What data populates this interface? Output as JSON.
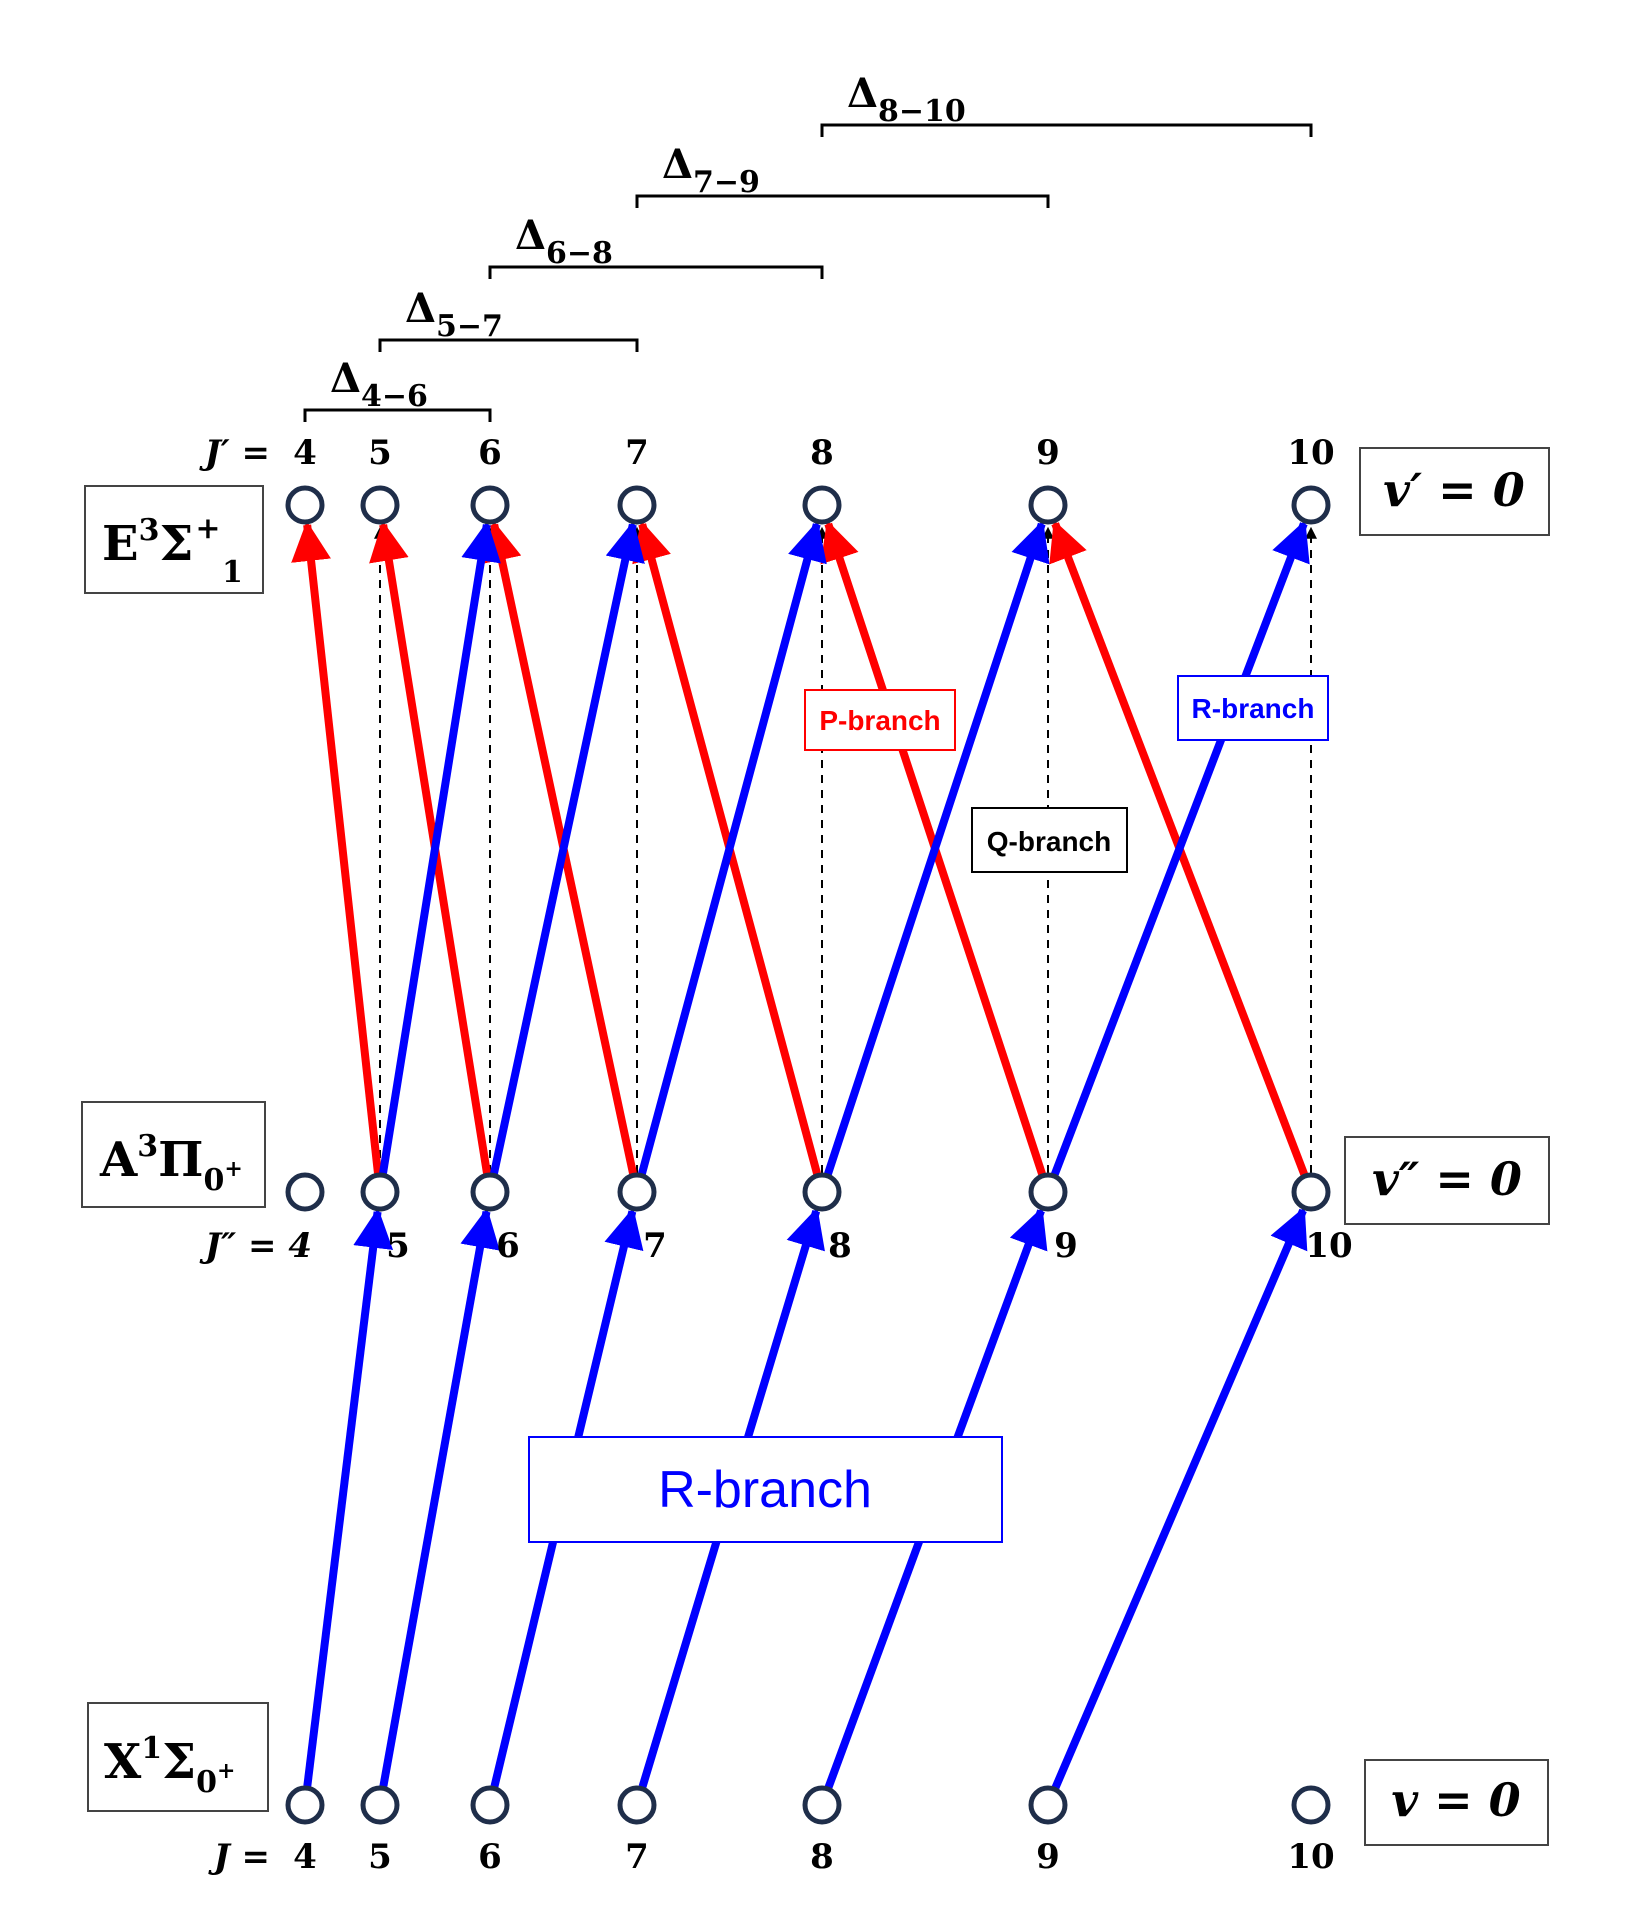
{
  "states": {
    "upper": {
      "letter": "E",
      "sup": "3",
      "sym": "Σ",
      "sup2": "+",
      "sub": "1",
      "v_label": "v′ = 0",
      "j_prefix": "J′ ="
    },
    "middle": {
      "letter": "A",
      "sup": "3",
      "sym": "Π",
      "sub": "0",
      "subsup": "+",
      "v_label": "v″ = 0",
      "j_prefix": "J″ = 4"
    },
    "lower": {
      "letter": "X",
      "sup": "1",
      "sym": "Σ",
      "sub": "0",
      "subsup": "+",
      "v_label": "v = 0",
      "j_prefix": "J ="
    }
  },
  "j_values": [
    "4",
    "5",
    "6",
    "7",
    "8",
    "9",
    "10"
  ],
  "deltas": [
    {
      "sym": "Δ",
      "sub": "4−6",
      "from": "4",
      "to": "6"
    },
    {
      "sym": "Δ",
      "sub": "5−7",
      "from": "5",
      "to": "7"
    },
    {
      "sym": "Δ",
      "sub": "6−8",
      "from": "6",
      "to": "8"
    },
    {
      "sym": "Δ",
      "sub": "7−9",
      "from": "7",
      "to": "9"
    },
    {
      "sym": "Δ",
      "sub": "8−10",
      "from": "8",
      "to": "10"
    }
  ],
  "branch_labels": {
    "p_small": "P-branch",
    "q_small": "Q-branch",
    "r_small": "R-branch",
    "r_large": "R-branch"
  },
  "transitions": {
    "p_branch_upper": [
      [
        "5",
        "4"
      ],
      [
        "6",
        "5"
      ],
      [
        "7",
        "6"
      ],
      [
        "8",
        "7"
      ],
      [
        "9",
        "8"
      ],
      [
        "10",
        "9"
      ]
    ],
    "r_branch_upper": [
      [
        "5",
        "6"
      ],
      [
        "6",
        "7"
      ],
      [
        "7",
        "8"
      ],
      [
        "8",
        "9"
      ],
      [
        "9",
        "10"
      ]
    ],
    "q_branch_upper": [
      [
        "5",
        "5"
      ],
      [
        "6",
        "6"
      ],
      [
        "7",
        "7"
      ],
      [
        "8",
        "8"
      ],
      [
        "9",
        "9"
      ],
      [
        "10",
        "10"
      ]
    ],
    "r_branch_lower": [
      [
        "4",
        "5"
      ],
      [
        "5",
        "6"
      ],
      [
        "6",
        "7"
      ],
      [
        "7",
        "8"
      ],
      [
        "8",
        "9"
      ],
      [
        "9",
        "10"
      ]
    ]
  },
  "colors": {
    "p_branch": "#ff0000",
    "r_branch": "#0000ff",
    "q_branch": "#000000",
    "node_stroke": "#1f2e4a"
  }
}
